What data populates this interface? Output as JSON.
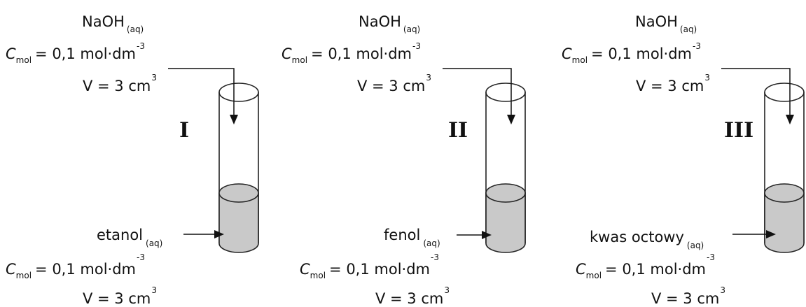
{
  "setups": [
    {
      "numeral": "I",
      "reagent": {
        "name": "NaOH",
        "state": "(aq)",
        "c_symbol": "C",
        "c_sub": "mol",
        "c_value": "= 0,1 mol·dm",
        "c_exp": "-3",
        "v_text": "V = 3 cm",
        "v_exp": "3"
      },
      "sample": {
        "name": "etanol",
        "state": "(aq)",
        "c_symbol": "C",
        "c_sub": "mol",
        "c_value": "= 0,1 mol·dm",
        "c_exp": "-3",
        "v_text": "V = 3 cm",
        "v_exp": "3"
      }
    },
    {
      "numeral": "II",
      "reagent": {
        "name": "NaOH",
        "state": "(aq)",
        "c_symbol": "C",
        "c_sub": "mol",
        "c_value": "= 0,1 mol·dm",
        "c_exp": "-3",
        "v_text": "V = 3 cm",
        "v_exp": "3"
      },
      "sample": {
        "name": "fenol",
        "state": "(aq)",
        "c_symbol": "C",
        "c_sub": "mol",
        "c_value": "= 0,1 mol·dm",
        "c_exp": "-3",
        "v_text": "V = 3 cm",
        "v_exp": "3"
      }
    },
    {
      "numeral": "III",
      "reagent": {
        "name": "NaOH",
        "state": "(aq)",
        "c_symbol": "C",
        "c_sub": "mol",
        "c_value": "= 0,1 mol·dm",
        "c_exp": "-3",
        "v_text": "V = 3 cm",
        "v_exp": "3"
      },
      "sample": {
        "name": "kwas octowy",
        "state": "(aq)",
        "c_symbol": "C",
        "c_sub": "mol",
        "c_value": "= 0,1 mol·dm",
        "c_exp": "-3",
        "v_text": "V = 3 cm",
        "v_exp": "3"
      }
    }
  ],
  "colors": {
    "liquid": "#c9c9c9",
    "line": "#222222"
  }
}
